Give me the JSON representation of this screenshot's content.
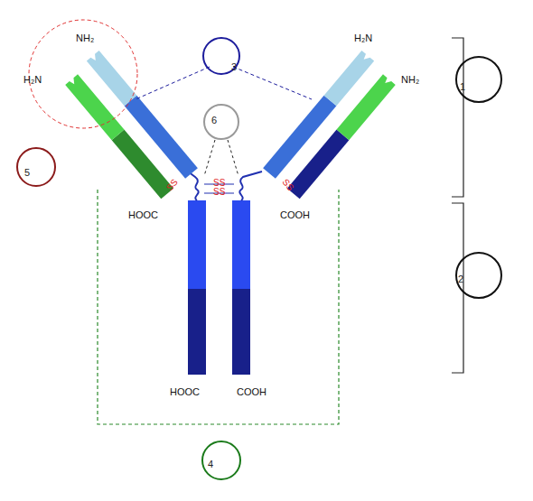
{
  "diagram": {
    "nodes": [
      {
        "text": [
          "3"
        ]
      },
      {
        "text": [
          "1"
        ]
      },
      {
        "text": [
          "6"
        ]
      },
      {
        "text": [
          "5"
        ]
      },
      {
        "text": [
          "2"
        ]
      },
      {
        "text": [
          "4"
        ]
      }
    ],
    "labels": [
      "NH₂",
      "H₂N",
      "H₂N",
      "NH₂",
      "SS",
      "SS",
      "SS",
      "SS",
      "HOOC",
      "COOH",
      "HOOC",
      "COOH"
    ]
  }
}
